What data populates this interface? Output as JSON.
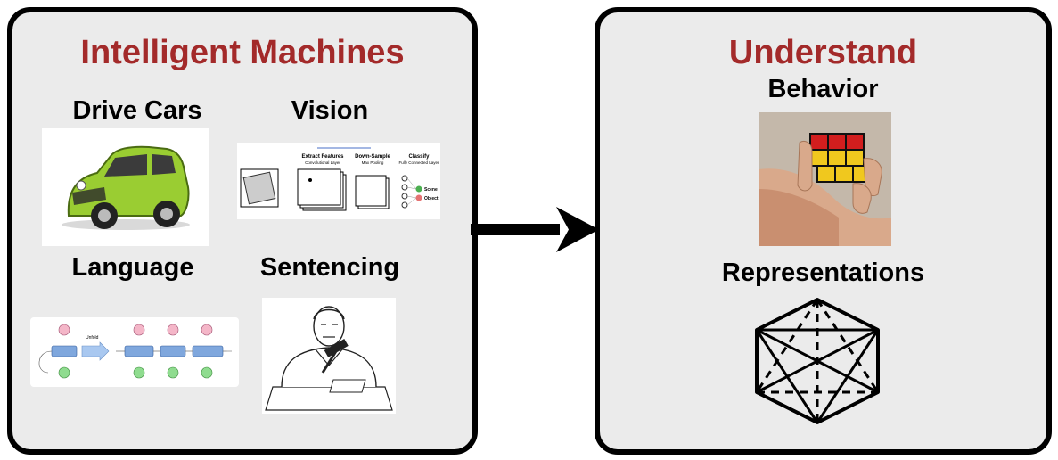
{
  "left": {
    "title": "Intelligent Machines",
    "items": [
      {
        "label": "Drive Cars"
      },
      {
        "label": "Vision"
      },
      {
        "label": "Language"
      },
      {
        "label": "Sentencing"
      }
    ],
    "cnn_diagram": {
      "stages": [
        {
          "title": "Extract Features",
          "subtitle": "Convolutional Layer"
        },
        {
          "title": "Down-Sample",
          "subtitle": "Max Pooling"
        },
        {
          "title": "Classify",
          "subtitle": "Fully Connected Layer"
        }
      ],
      "outputs": [
        "Scene",
        "Object"
      ]
    },
    "rnn_diagram": {
      "unfold_label": "Unfold"
    }
  },
  "right": {
    "title": "Understand",
    "items": [
      {
        "label": "Behavior"
      },
      {
        "label": "Representations"
      }
    ]
  },
  "colors": {
    "title": "#a32a2a",
    "panel_bg": "#ebebeb",
    "car_body": "#9acd32",
    "cube_red": "#d21e1e",
    "cube_yellow": "#f0c81e"
  }
}
